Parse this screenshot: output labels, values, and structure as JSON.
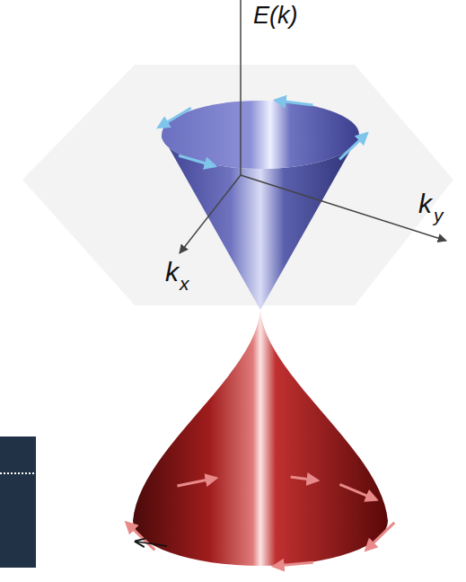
{
  "diagram": {
    "labels": [
      "E(k)",
      "k",
      "x",
      "k",
      "y"
    ]
  }
}
